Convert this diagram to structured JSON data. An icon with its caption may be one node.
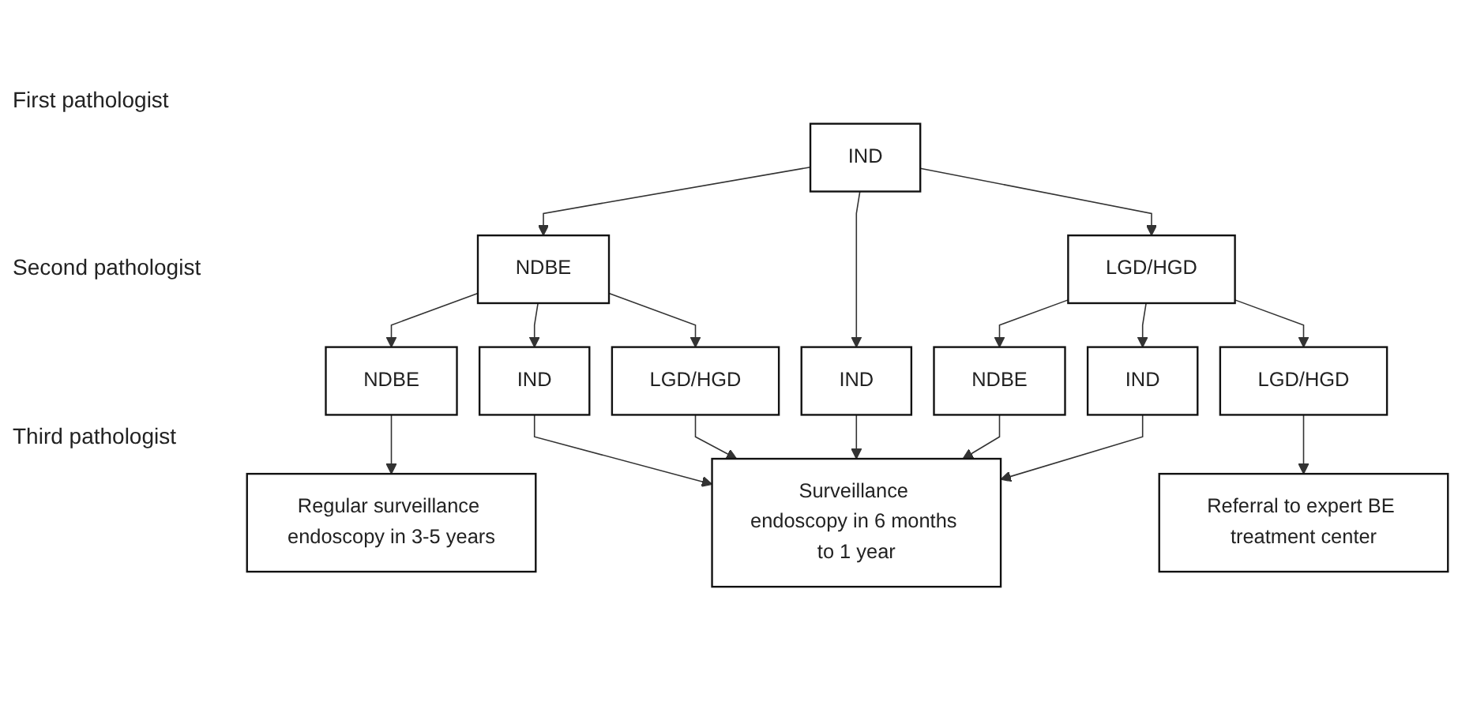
{
  "diagram": {
    "nodes": [
      {
        "text": [
          "IND"
        ]
      },
      {
        "text": [
          "NDBE"
        ]
      },
      {
        "text": [
          "IND"
        ]
      },
      {
        "text": [
          "LGD/HGD"
        ]
      },
      {
        "text": [
          "NDBE"
        ]
      },
      {
        "text": [
          "IND"
        ]
      },
      {
        "text": [
          "LGD/HGD"
        ]
      },
      {
        "text": [
          "NDBE"
        ]
      },
      {
        "text": [
          "IND"
        ]
      },
      {
        "text": [
          "LGD/HGD"
        ]
      },
      {
        "text": [
          "Regular surveillance endoscopy in 3-5 years"
        ]
      },
      {
        "text": [
          "Surveillance endoscopy in 6 months to 1 year"
        ]
      },
      {
        "text": [
          "Referral to expert BE treatment center"
        ]
      }
    ],
    "edges": [
      {
        "from": 0,
        "to": 1,
        "arrow": "to"
      },
      {
        "from": 0,
        "to": 2,
        "arrow": "to"
      },
      {
        "from": 0,
        "to": 3,
        "arrow": "to"
      },
      {
        "from": 1,
        "to": 4,
        "arrow": "to"
      },
      {
        "from": 1,
        "to": 5,
        "arrow": "to"
      },
      {
        "from": 1,
        "to": 6,
        "arrow": "to"
      },
      {
        "from": 3,
        "to": 7,
        "arrow": "to"
      },
      {
        "from": 3,
        "to": 8,
        "arrow": "to"
      },
      {
        "from": 3,
        "to": 9,
        "arrow": "to"
      },
      {
        "from": 4,
        "to": 10,
        "arrow": "to"
      },
      {
        "from": 2,
        "to": 11,
        "arrow": "to"
      },
      {
        "from": 5,
        "to": 11,
        "arrow": "to"
      },
      {
        "from": 6,
        "to": 11,
        "arrow": "to"
      },
      {
        "from": 7,
        "to": 11,
        "arrow": "to"
      },
      {
        "from": 8,
        "to": 11,
        "arrow": "to"
      },
      {
        "from": 9,
        "to": 12,
        "arrow": "to"
      }
    ],
    "labels": [
      "First pathologist",
      "Second pathologist",
      "Third pathologist"
    ]
  }
}
